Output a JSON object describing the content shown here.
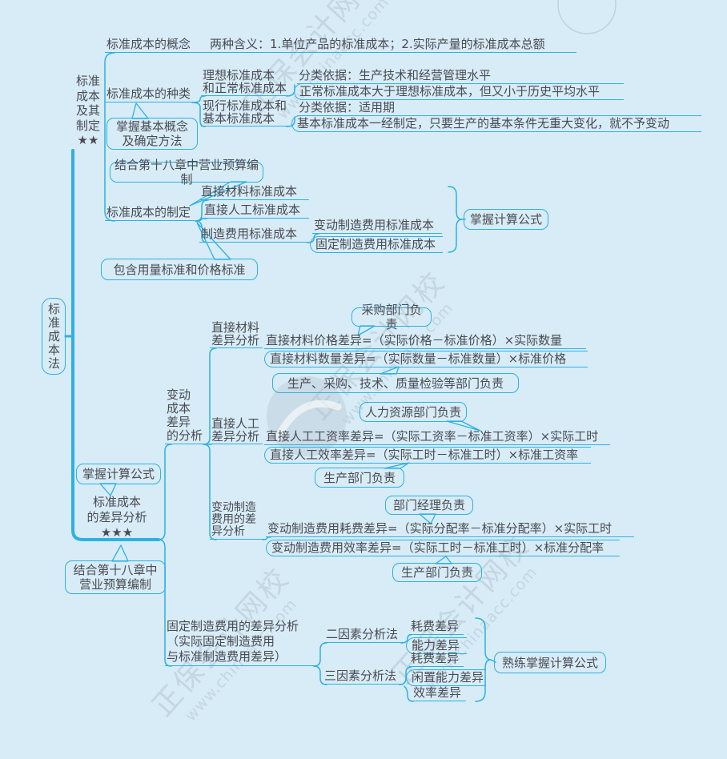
{
  "meta": {
    "background": "#d7ecf6",
    "accent": "#2fb0e2",
    "text_color": "#4a4a52"
  },
  "watermark": {
    "brand": "正保会计网校",
    "url": "www.chinaacc.com"
  },
  "root": {
    "label": "标准成本法"
  },
  "branch1": {
    "label": "标准\n成本\n及其\n制定\n★★",
    "concept": {
      "label": "标准成本的概念",
      "detail": "两种含义：1.单位产品的标准成本；2.实际产量的标准成本总额"
    },
    "kinds": {
      "label": "标准成本的种类",
      "hint": "掌握基本概念\n及确定方法",
      "ideal_normal": {
        "label": "理想标准成本\n和正常标准成本",
        "basis": "分类依据：生产技术和经营管理水平",
        "note": "正常标准成本大于理想标准成本，但又小于历史平均水平"
      },
      "current_basic": {
        "label": "现行标准成本和\n基本标准成本",
        "basis": "分类依据：适用期",
        "note": "基本标准成本一经制定，只要生产的基本条件无重大变化，就不予变动"
      }
    },
    "formulation": {
      "label": "标准成本的制定",
      "hint_top": "结合第十八章中营业预算编制",
      "hint_bottom": "包含用量标准和价格标准",
      "items": {
        "dm": "直接材料标准成本",
        "dl": "直接人工标准成本",
        "moh": "制造费用标准成本",
        "vmoh": "变动制造费用标准成本",
        "fmoh": "固定制造费用标准成本"
      },
      "note": "掌握计算公式"
    }
  },
  "branch2": {
    "label": "标准成本\n的差异分析\n★★★",
    "hint_top": "掌握计算公式",
    "hint_bottom": "结合第十八章中\n营业预算编制",
    "variable": {
      "label": "变动\n成本\n差异\n的分析",
      "dm": {
        "label": "直接材料\n差异分析",
        "resp_above": "采购部门负责",
        "price_formula": "直接材料价格差异=（实际价格－标准价格）×实际数量",
        "qty_formula": "直接材料数量差异=（实际数量－标准数量）×标准价格",
        "resp_below": "生产、采购、技术、质量检验等部门负责"
      },
      "dl": {
        "label": "直接人工\n差异分析",
        "resp_above": "人力资源部门负责",
        "rate_formula": "直接人工工资率差异=（实际工资率－标准工资率）×实际工时",
        "eff_formula": "直接人工效率差异=（实际工时－标准工时）×标准工资率",
        "resp_below": "生产部门负责"
      },
      "vmoh": {
        "label": "变动制造\n费用的差\n异分析",
        "resp_above": "部门经理负责",
        "spend_formula": "变动制造费用耗费差异=（实际分配率－标准分配率）×实际工时",
        "eff_formula": "变动制造费用效率差异=（实际工时－标准工时）×标准分配率",
        "resp_below": "生产部门负责"
      }
    },
    "fixed": {
      "label": "固定制造费用的差异分析\n（实际固定制造费用\n与标准制造费用差异）",
      "two_factor": {
        "label": "二因素分析法",
        "consumption": "耗费差异",
        "capacity": "能力差异"
      },
      "three_factor": {
        "label": "三因素分析法",
        "consumption": "耗费差异",
        "idle": "闲置能力差异",
        "efficiency": "效率差异"
      },
      "note": "熟练掌握计算公式"
    }
  }
}
